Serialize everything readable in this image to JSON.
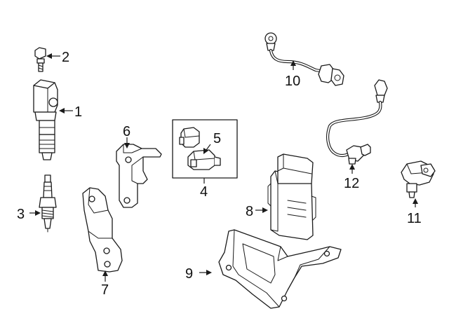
{
  "callouts": {
    "c1": "1",
    "c2": "2",
    "c3": "3",
    "c4": "4",
    "c5": "5",
    "c6": "6",
    "c7": "7",
    "c8": "8",
    "c9": "9",
    "c10": "10",
    "c11": "11",
    "c12": "12"
  },
  "colors": {
    "line": "#1a1a1a",
    "background": "#ffffff"
  }
}
